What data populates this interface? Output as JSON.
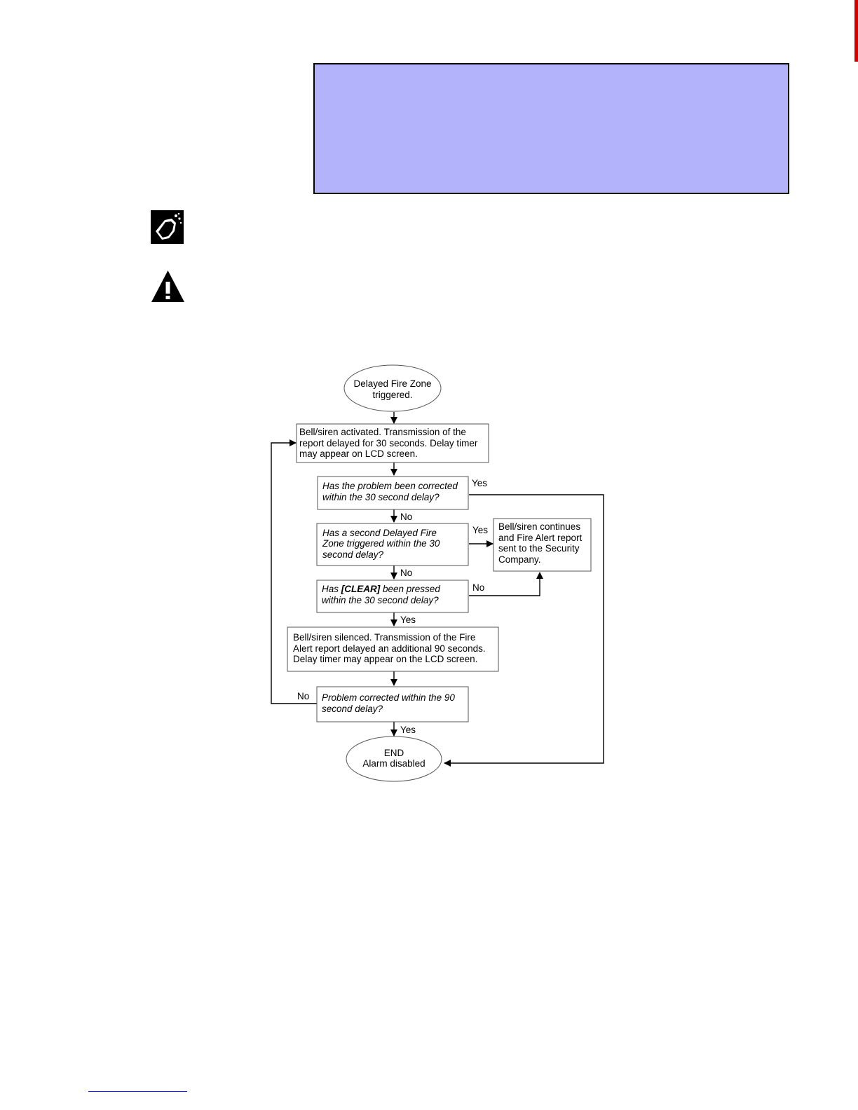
{
  "colors": {
    "note_box_fill": "#b3b3fb",
    "accent_bar": "#d10000",
    "footer_rule": "#1a1aff"
  },
  "icons": {
    "note": "hand-pointer-icon",
    "warning": "warning-triangle-icon"
  },
  "flowchart": {
    "start": [
      "Delayed Fire Zone",
      "triggered."
    ],
    "step_activated": [
      "Bell/siren activated. Transmission of the",
      "report delayed for 30 seconds. Delay timer",
      "may appear on LCD screen."
    ],
    "q_corrected_30": [
      "Has the problem been corrected",
      "within the 30 second delay?"
    ],
    "q_second_zone": [
      "Has a second Delayed Fire",
      "Zone triggered within the 30",
      "second delay?"
    ],
    "continues": [
      "Bell/siren continues",
      "and Fire Alert report",
      "sent to the Security",
      "Company."
    ],
    "q_clear": {
      "prefix": "Has ",
      "key": "[CLEAR]",
      "suffix": " been pressed",
      "line2": "within the 30 second delay?"
    },
    "step_silenced": [
      "Bell/siren silenced. Transmission of the Fire",
      "Alert report delayed an additional 90 seconds.",
      "Delay timer may appear on the LCD screen."
    ],
    "q_corrected_90": [
      "Problem corrected within the 90",
      "second delay?"
    ],
    "end": [
      "END",
      "Alarm disabled"
    ],
    "labels": {
      "yes": "Yes",
      "no": "No"
    }
  }
}
